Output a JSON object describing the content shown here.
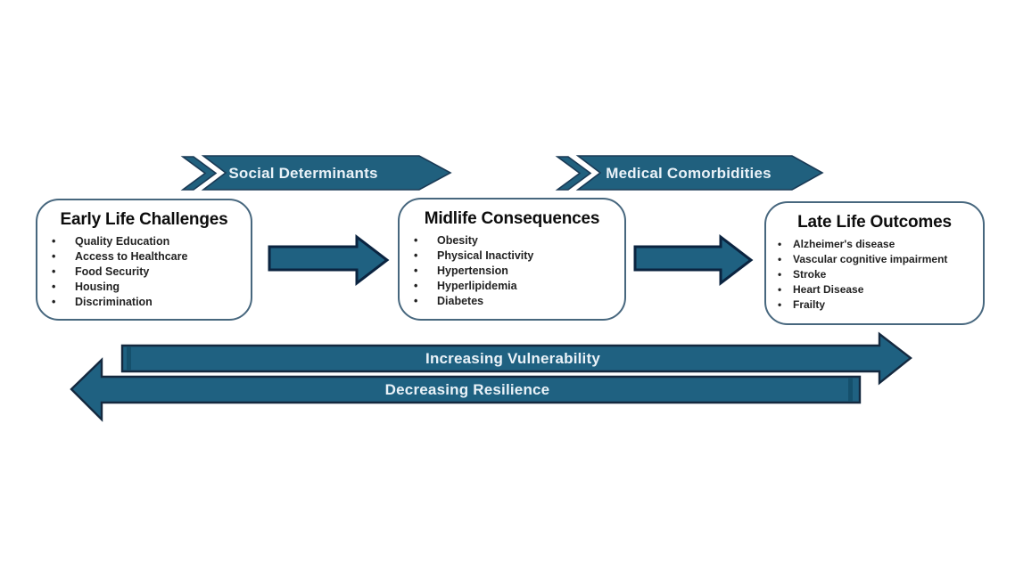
{
  "banners": [
    {
      "label": "Social Determinants"
    },
    {
      "label": "Medical Comorbidities"
    }
  ],
  "stages": [
    {
      "title": "Early Life Challenges",
      "items": [
        "Quality Education",
        "Access to Healthcare",
        "Food Security",
        "Housing",
        "Discrimination"
      ]
    },
    {
      "title": "Midlife Consequences",
      "items": [
        "Obesity",
        "Physical Inactivity",
        "Hypertension",
        "Hyperlipidemia",
        "Diabetes"
      ]
    },
    {
      "title": "Late Life Outcomes",
      "items": [
        "Alzheimer's disease",
        "Vascular cognitive impairment",
        "Stroke",
        "Heart Disease",
        "Frailty"
      ]
    }
  ],
  "flow_arrows": [
    {
      "label": "Increasing Vulnerability",
      "direction": "right"
    },
    {
      "label": "Decreasing Resilience",
      "direction": "left"
    }
  ],
  "colors": {
    "banner_fill": "#20607E",
    "arrow_fill": "#1F6181",
    "stripe_fill": "#15506C",
    "dark_outline": "#0B2440",
    "box_border": "#47677E",
    "label_text": "#EAF2F8"
  }
}
